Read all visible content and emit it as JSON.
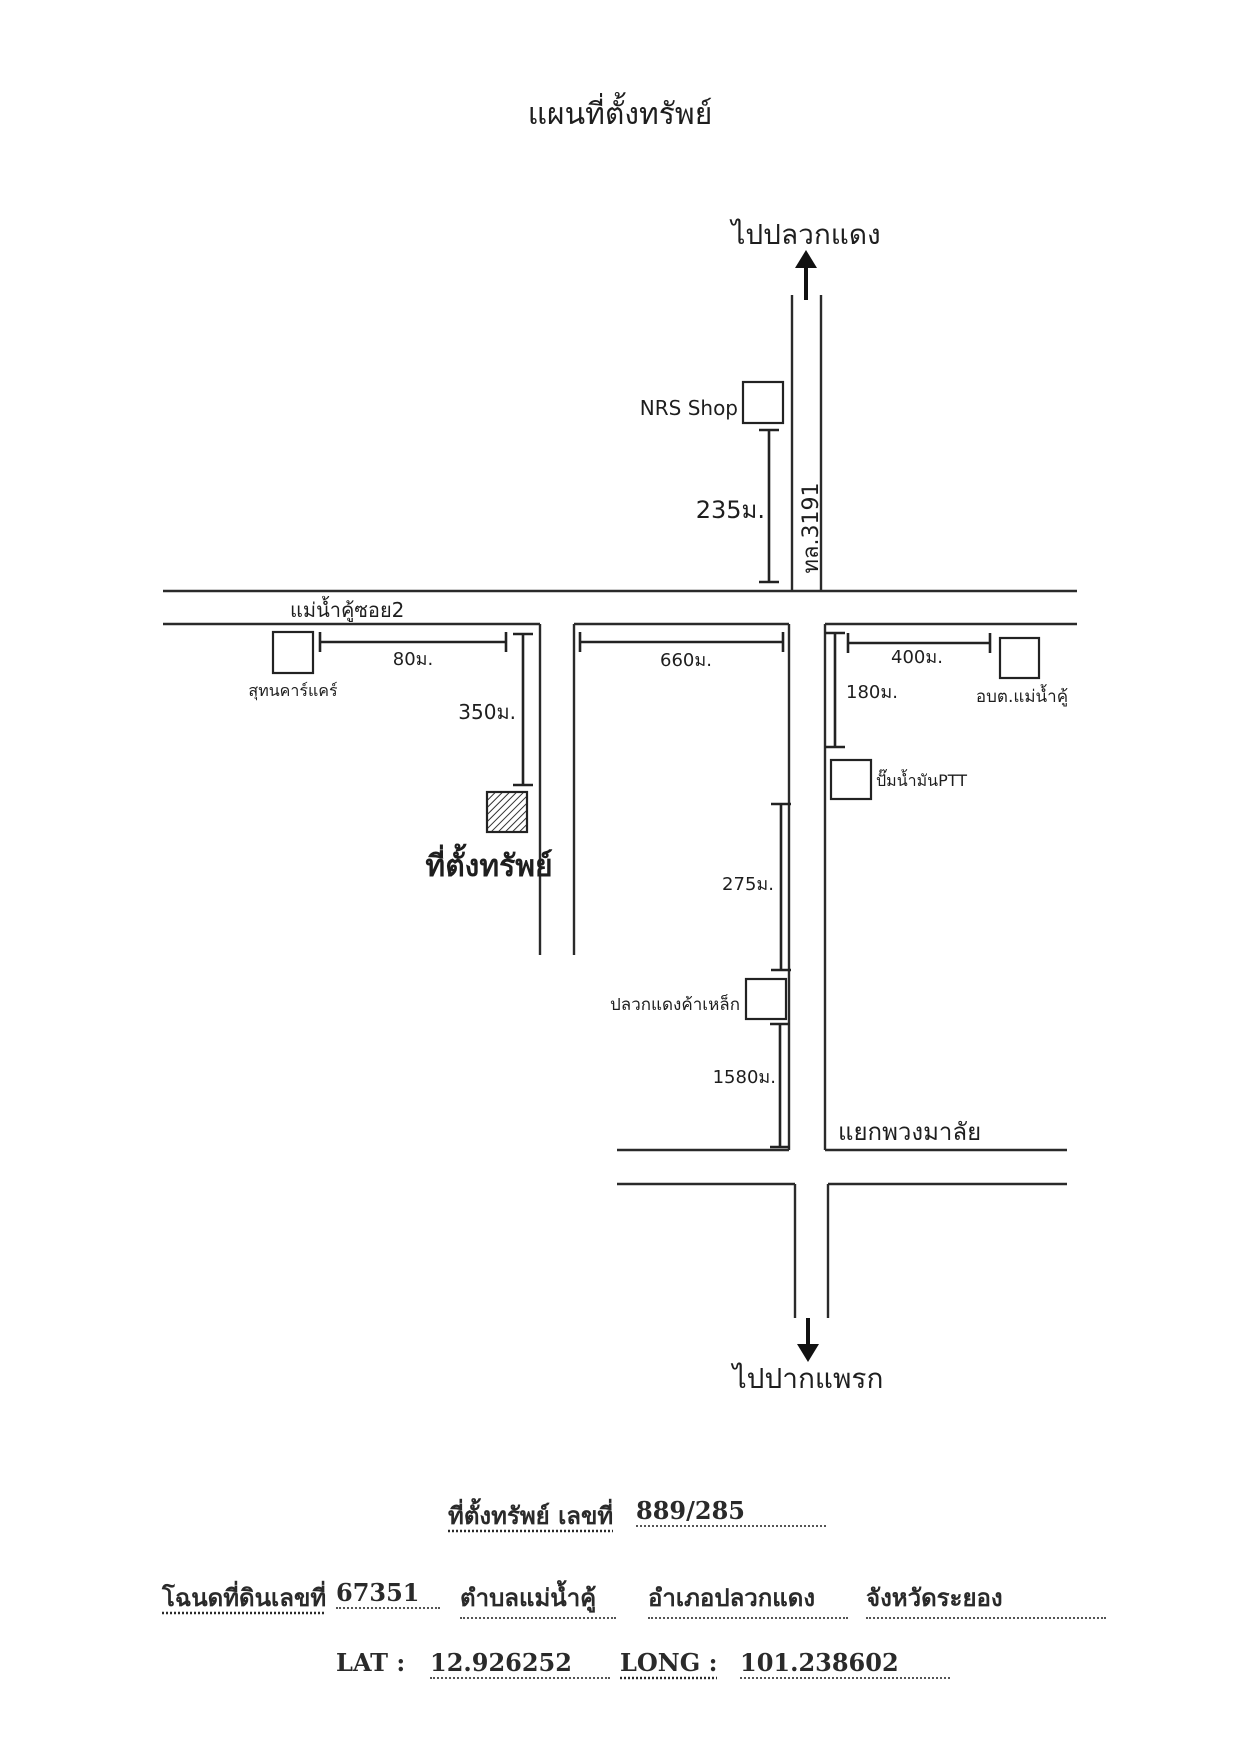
{
  "title": "แผนที่ตั้งทรัพย์",
  "directions": {
    "north": "ไปปลวกแดง",
    "south": "ไปปากแพรก"
  },
  "roads": {
    "highway": "ทล.3191",
    "soi": "แม่น้ำคู้ซอย2",
    "junction": "แยกพวงมาลัย"
  },
  "landmarks": {
    "nrs_shop": "NRS Shop",
    "car_care": "สุทนคาร์แคร์",
    "obt": "อบต.แม่น้ำคู้",
    "ptt": "ปั๊มน้ำมันPTT",
    "steel_shop": "ปลวกแดงค้าเหล็ก",
    "property": "ที่ตั้งทรัพย์"
  },
  "distances": {
    "d235": "235ม.",
    "d80": "80ม.",
    "d350": "350ม.",
    "d660": "660ม.",
    "d400": "400ม.",
    "d180": "180ม.",
    "d275": "275ม.",
    "d1580": "1580ม."
  },
  "footer": {
    "address_label": "ที่ตั้งทรัพย์ เลขที่",
    "address_no": "889/285",
    "deed_label": "โฉนดที่ดินเลขที่",
    "deed_no": "67351",
    "subdistrict": "ตำบลแม่น้ำคู้",
    "district": "อำเภอปลวกแดง",
    "province": "จังหวัดระยอง",
    "lat_label": "LAT :",
    "lat": "12.926252",
    "long_label": "LONG :",
    "long": "101.238602"
  }
}
